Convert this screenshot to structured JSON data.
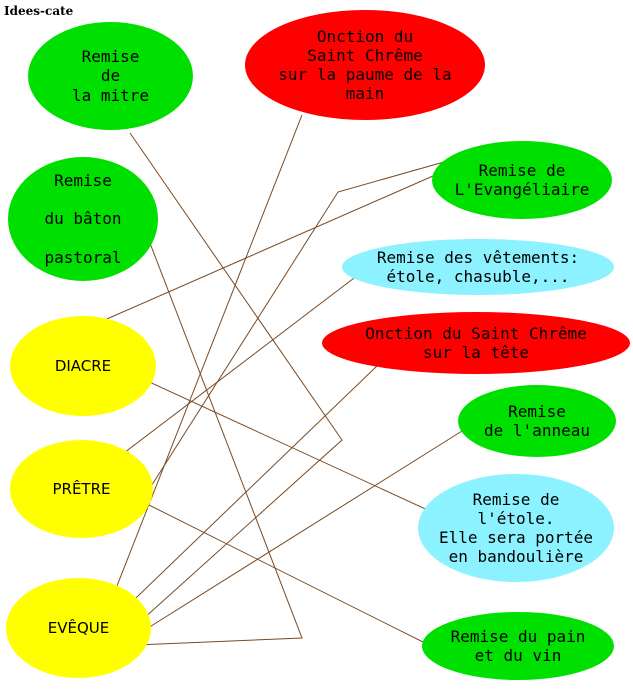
{
  "title": "Idees-cate",
  "colors": {
    "green": "#00e000",
    "red": "#ff0000",
    "cyan": "#8cf2ff",
    "yellow": "#ffff00",
    "line": "#7a4a22"
  },
  "nodes": {
    "mitre": "Remise\nde\nla mitre",
    "chreme_main": "Onction du\nSaint Chrême\nsur la paume de la\nmain",
    "baton": "Remise\n\ndu bâton\n\npastoral",
    "evangeliaire": "Remise de\nL'Evangéliaire",
    "vetements": "Remise des vêtements:\nétole, chasuble,...",
    "chreme_tete": "Onction du Saint Chrême\nsur la tête",
    "anneau": "Remise\nde l'anneau",
    "etole": "Remise de\nl'étole.\nElle sera portée\nen bandoulière",
    "pain": "Remise du pain\net du vin",
    "diacre": "DIACRE",
    "pretre": "PRÊTRE",
    "eveque": "EVÊQUE"
  }
}
